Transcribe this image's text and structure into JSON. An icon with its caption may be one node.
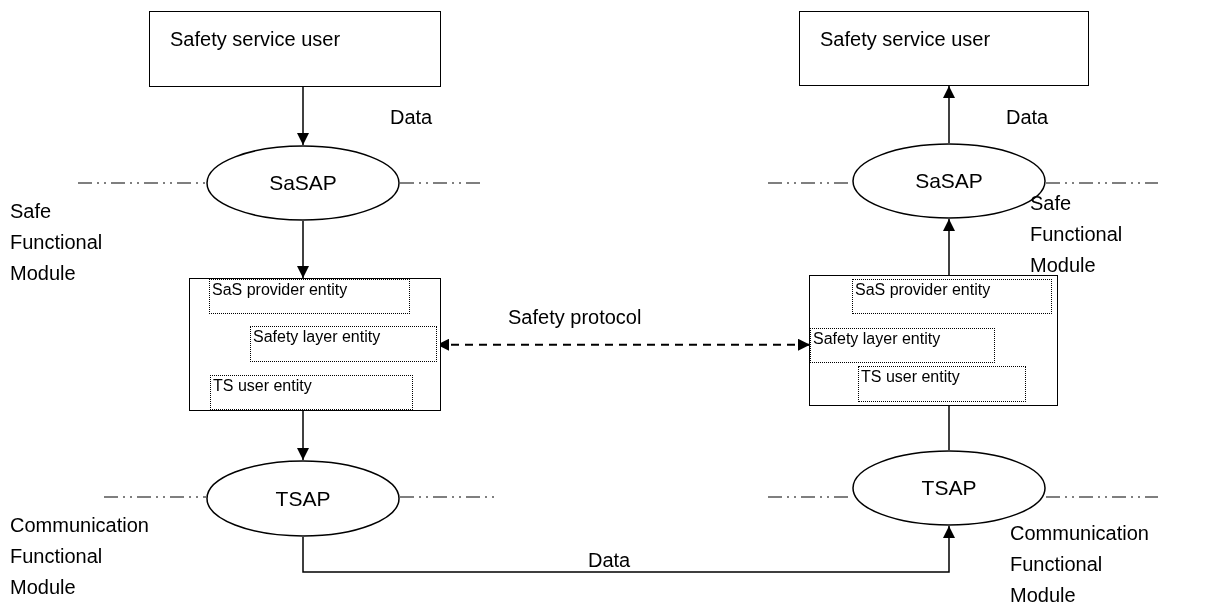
{
  "diagram": {
    "nodes": [
      {
        "text": [
          "Safety service user"
        ]
      },
      {
        "text": [
          "SaSAP"
        ]
      },
      {
        "text": [],
        "shape": "box"
      },
      {
        "text": [
          "SaS provider entity"
        ],
        "in": 2
      },
      {
        "text": [
          "Safety layer entity"
        ],
        "in": 2
      },
      {
        "text": [
          "TS user entity"
        ],
        "in": 2
      },
      {
        "text": [
          "TSAP"
        ]
      },
      {
        "text": [
          "Safety service user"
        ]
      },
      {
        "text": [
          "SaSAP"
        ]
      },
      {
        "text": [],
        "shape": "box"
      },
      {
        "text": [
          "SaS provider entity"
        ],
        "in": 9
      },
      {
        "text": [
          "Safety layer entity"
        ],
        "in": 9
      },
      {
        "text": [
          "TS user entity"
        ],
        "in": 9
      },
      {
        "text": [
          "TSAP"
        ]
      }
    ],
    "edges": [
      {
        "from": 0,
        "to": 1,
        "arrow": "to",
        "label": "Data"
      },
      {
        "from": 1,
        "to": 2,
        "arrow": "to"
      },
      {
        "from": 2,
        "to": 6,
        "arrow": "to"
      },
      {
        "from": 6,
        "to": 13,
        "arrow": "to",
        "label": "Data"
      },
      {
        "from": 4,
        "to": 11,
        "arrow": "both",
        "style": "dashed",
        "label": "Safety protocol"
      },
      {
        "from": 13,
        "to": 9,
        "arrow": "none"
      },
      {
        "from": 9,
        "to": 8,
        "arrow": "to"
      },
      {
        "from": 8,
        "to": 7,
        "arrow": "to",
        "label": "Data"
      }
    ],
    "labels": [
      "Safe Functional Module",
      "Safe Functional Module",
      "Communication Functional Module",
      "Communication Functional Module"
    ]
  }
}
